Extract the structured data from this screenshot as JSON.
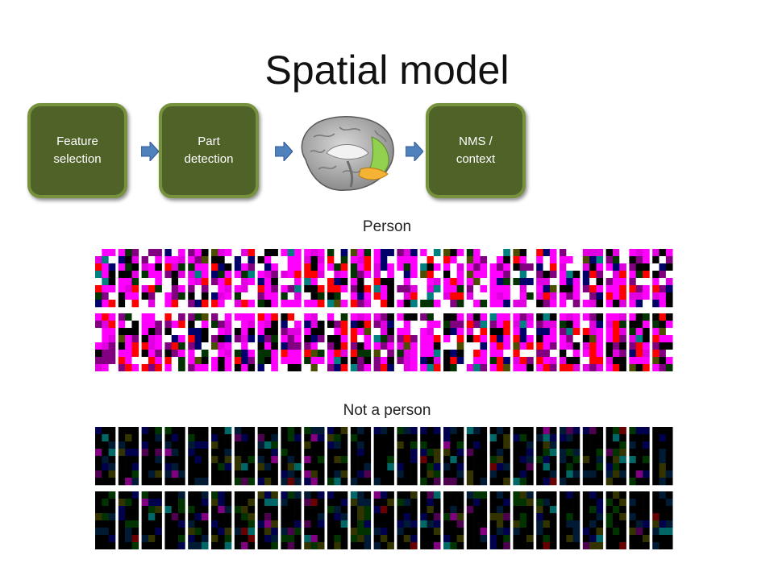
{
  "slide": {
    "title": "Spatial model"
  },
  "pipeline": {
    "stages": [
      {
        "label": "Feature\nselection"
      },
      {
        "label": "Part\ndetection"
      },
      {
        "label": "NMS /\ncontext"
      }
    ],
    "brain_icon": "brain-icon",
    "arrow_icon": "arrow-right-icon",
    "colors": {
      "box_fill": "#4f6228",
      "box_border": "#76923c",
      "arrow": "#4f81bd"
    }
  },
  "sections": {
    "person_label": "Person",
    "not_person_label": "Not a person"
  },
  "colors": {
    "person_palette": [
      "#ff00ff",
      "#e000e0",
      "#800080",
      "#ff0000",
      "#ffffff",
      "#000000",
      "#003300",
      "#00006a",
      "#4d4d00",
      "#008080"
    ],
    "not_person_palette": [
      "#000000",
      "#001a33",
      "#00004d",
      "#003300",
      "#333300",
      "#4d004d",
      "#006666",
      "#660000",
      "#800080"
    ]
  }
}
